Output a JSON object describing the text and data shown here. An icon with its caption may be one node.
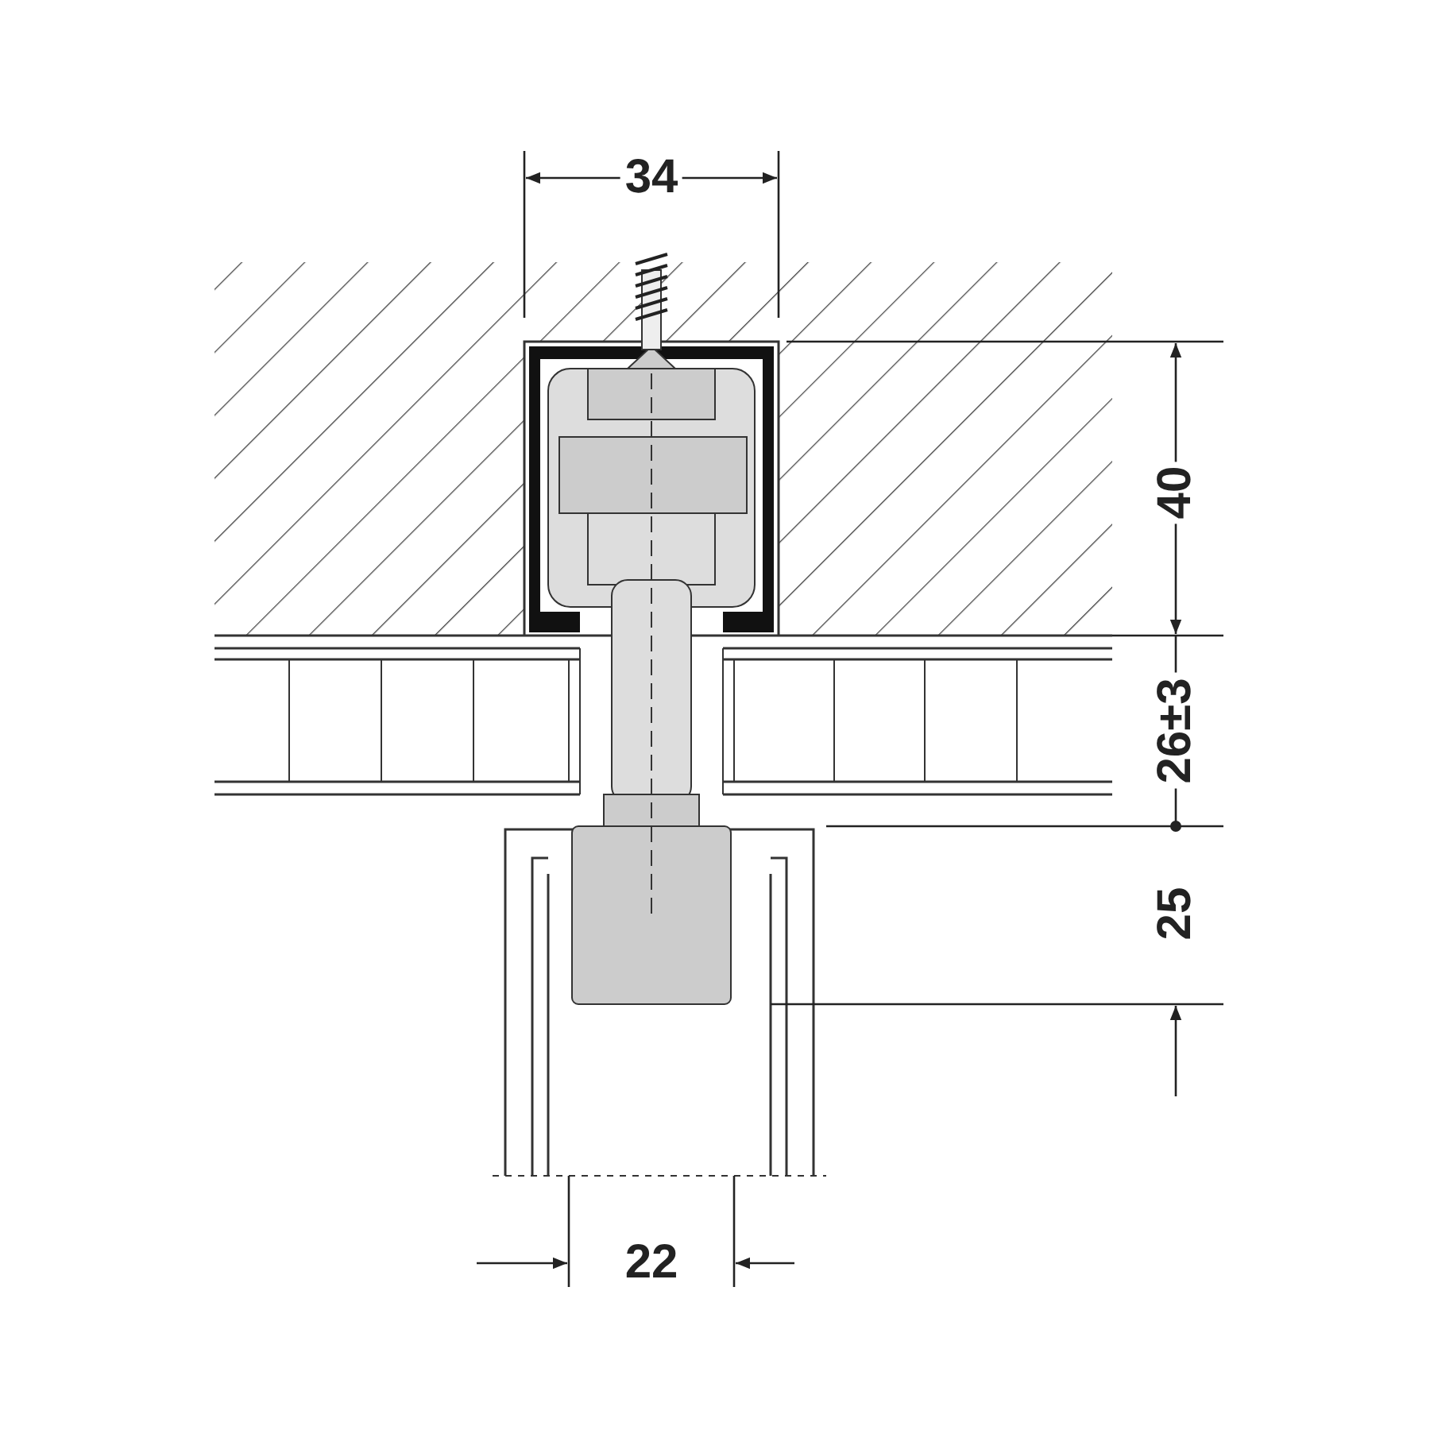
{
  "diagram": {
    "labels": [
      "34",
      "40",
      "26±3",
      "25",
      "22"
    ]
  }
}
